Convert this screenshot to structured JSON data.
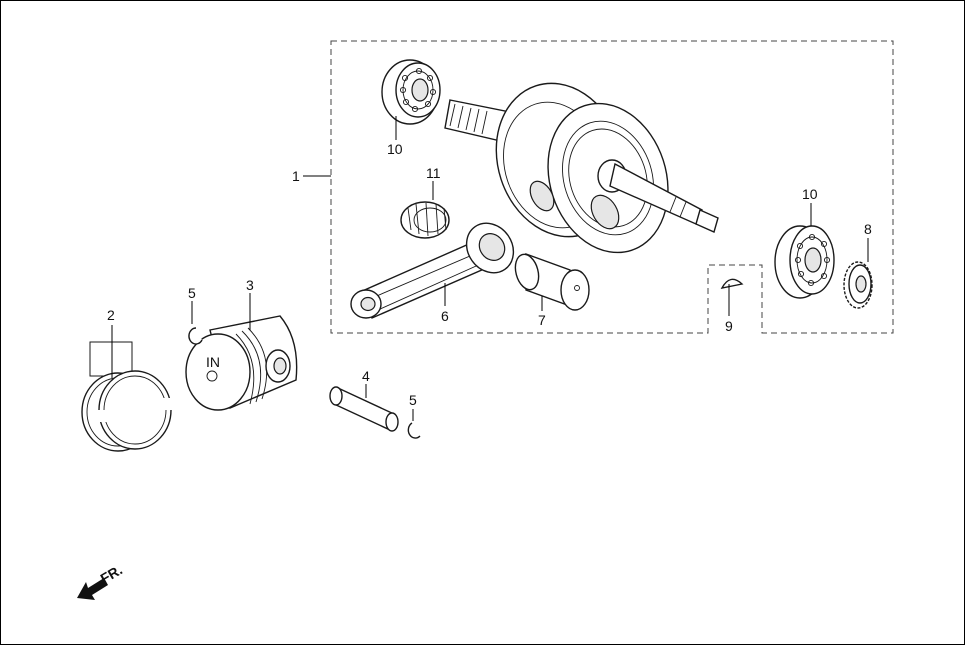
{
  "callouts": {
    "c1": "1",
    "c2": "2",
    "c3": "3",
    "c4": "4",
    "c5a": "5",
    "c5b": "5",
    "c6": "6",
    "c7": "7",
    "c8": "8",
    "c9": "9",
    "c10a": "10",
    "c10b": "10",
    "c11": "11"
  },
  "piston_mark": "IN",
  "front_indicator": "FR."
}
